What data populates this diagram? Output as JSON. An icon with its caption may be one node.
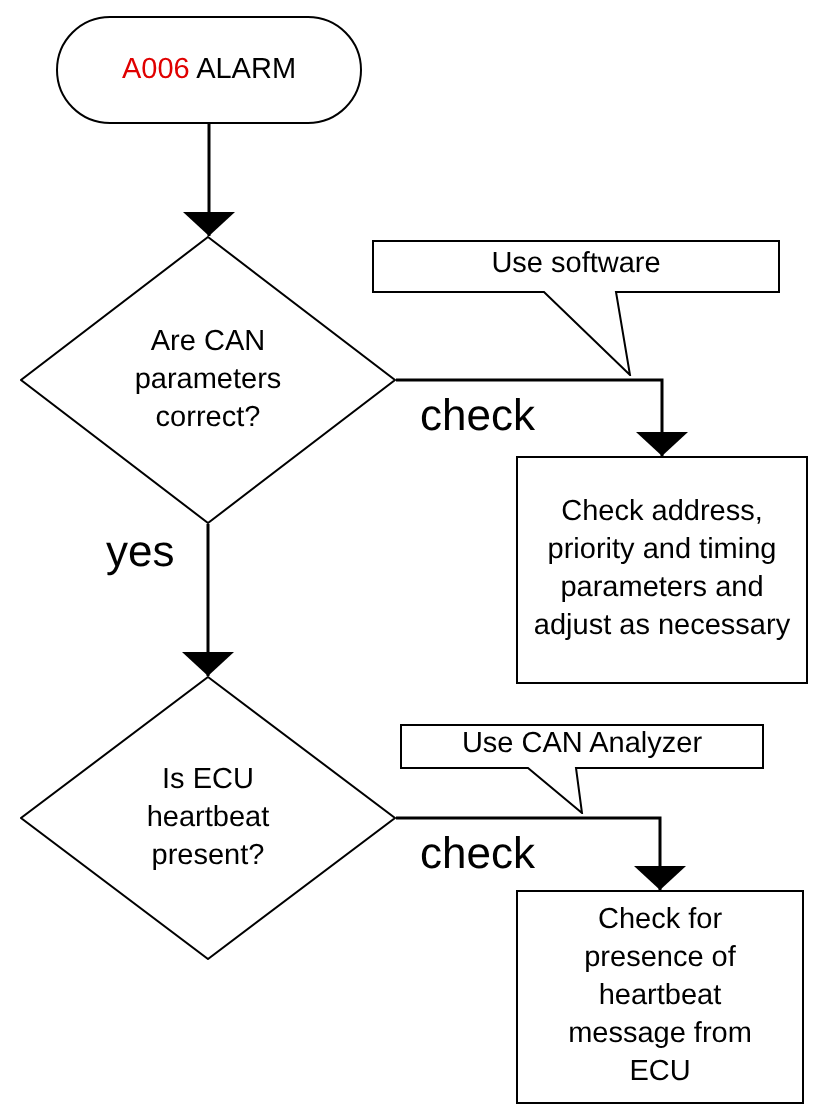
{
  "diagram": {
    "nodes": [
      {
        "text": [
          "A006",
          "ALARM"
        ]
      },
      {
        "text": [
          "Are CAN parameters correct?"
        ]
      },
      {
        "text": [
          "Check address, priority and timing parameters and adjust as necessary"
        ]
      },
      {
        "text": [
          "Is ECU heartbeat present?"
        ]
      },
      {
        "text": [
          "Check for presence of heartbeat message from ECU"
        ]
      },
      {
        "text": [
          "Use software"
        ]
      },
      {
        "text": [
          "Use CAN Analyzer"
        ]
      }
    ],
    "edges": [
      {
        "from": 0,
        "to": 1,
        "arrow": "to"
      },
      {
        "from": 1,
        "to": 2,
        "arrow": "to",
        "label": "check"
      },
      {
        "from": 1,
        "to": 3,
        "arrow": "to",
        "label": "yes"
      },
      {
        "from": 3,
        "to": 4,
        "arrow": "to",
        "label": "check"
      }
    ]
  }
}
